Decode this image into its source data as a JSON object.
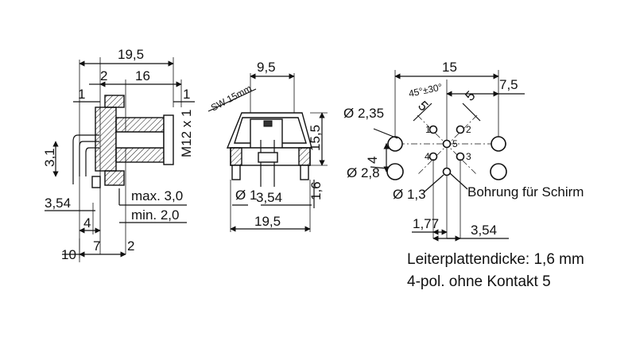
{
  "side_view": {
    "dim_top_overall": "19,5",
    "dim_top_2": "2",
    "dim_top_16": "16",
    "dim_left_1": "1",
    "dim_right_1": "1",
    "thread": "M12 x 1",
    "dim_height_3_1": "3,1",
    "dim_3_54": "3,54",
    "dim_4": "4",
    "dim_10": "10",
    "dim_7": "7",
    "dim_2": "2",
    "max_label": "max. 3,0",
    "min_label": "min. 2,0"
  },
  "front_view": {
    "dim_top_9_5": "9,5",
    "wrench": "SW 15mm",
    "dim_height_15_5": "15,5",
    "dim_pin_1": "Ø 1",
    "dim_3_54": "3,54",
    "dim_1_6": "1,6",
    "dim_bottom_19_5": "19,5"
  },
  "footprint": {
    "dim_15": "15",
    "dim_7_5": "7,5",
    "angle": "45°±30°",
    "dim_5_left": "5",
    "dim_5_right": "5",
    "dia_2_35": "Ø 2,35",
    "dia_2_8": "Ø 2,8",
    "dia_1_3": "Ø 1,3",
    "dim_4": "4",
    "dim_1_77": "1,77",
    "dim_3_54": "3,54",
    "pins": [
      "1",
      "2",
      "5",
      "4",
      "3"
    ],
    "shield_hole": "Bohrung für Schirm"
  },
  "notes": {
    "board_thickness": "Leiterplattendicke: 1,6 mm",
    "variant": "4-pol. ohne Kontakt 5"
  }
}
